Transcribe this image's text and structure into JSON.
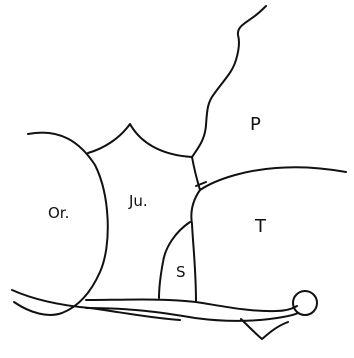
{
  "labels": {
    "orbit": "Or.",
    "jugal": "Ju.",
    "parietal": "P",
    "temporal": "T",
    "squamosal": "S"
  }
}
